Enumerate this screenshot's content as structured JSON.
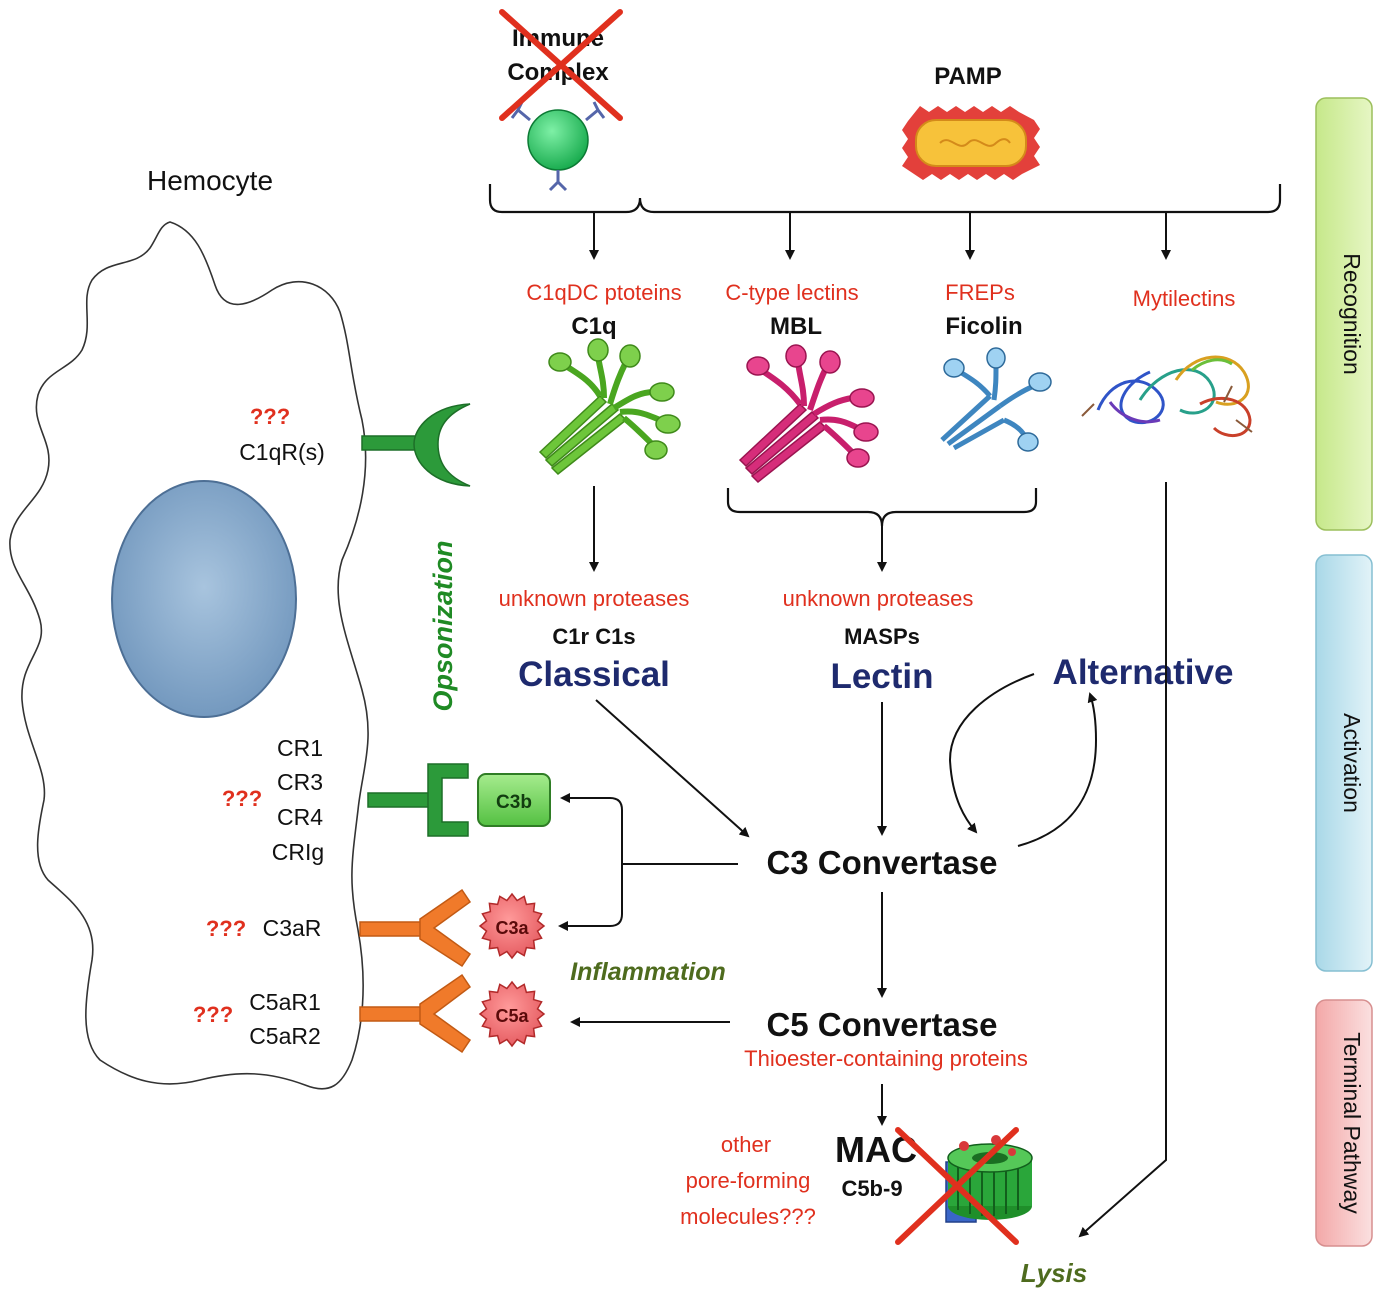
{
  "colors": {
    "red": "#e0301e",
    "navy": "#1e2a6e",
    "green_text": "#1f8a24",
    "olive_text": "#4e6b1e",
    "receptor_green": "#2c9a3a",
    "receptor_orange": "#f07a2a",
    "nucleus": "#7ea3c8",
    "band_recognition": "#c6e88a",
    "band_activation": "#bfe2ee",
    "band_terminal": "#f5b8b8"
  },
  "triggers": {
    "immune_complex_line1": "Immune",
    "immune_complex_line2": "Complex",
    "pamp": "PAMP"
  },
  "cell": {
    "title": "Hemocyte",
    "c1qr_unknown": "???",
    "c1qr": "C1qR(s)",
    "cr1": "CR1",
    "cr3": "CR3",
    "cr_unknown": "???",
    "cr4": "CR4",
    "crig": "CRIg",
    "c3ar_unknown": "???",
    "c3ar": "C3aR",
    "c5ar_unknown": "???",
    "c5ar1": "C5aR1",
    "c5ar2": "C5aR2"
  },
  "recognition": {
    "c1qdc_label": "C1qDC ptoteins",
    "c1q": "C1q",
    "ctype_label": "C-type lectins",
    "mbl": "MBL",
    "freps_label": "FREPs",
    "ficolin": "Ficolin",
    "mytilectins_label": "Mytilectins"
  },
  "activation": {
    "classical_proteases": "unknown proteases",
    "classical_enzymes": "C1r C1s",
    "classical": "Classical",
    "lectin_proteases": "unknown proteases",
    "lectin_enzymes": "MASPs",
    "lectin": "Lectin",
    "alternative": "Alternative"
  },
  "cascade": {
    "c3_convertase": "C3 Convertase",
    "c5_convertase": "C5 Convertase",
    "thioester": "Thioester-containing proteins",
    "mac": "MAC",
    "mac_sub": "C5b-9",
    "other_line1": "other",
    "other_line2": "pore-forming",
    "other_line3": "molecules???",
    "lysis": "Lysis"
  },
  "effectors": {
    "opsonization": "Opsonization",
    "inflammation": "Inflammation",
    "c3b": "C3b",
    "c3a": "C3a",
    "c5a": "C5a"
  },
  "bands": {
    "recognition": "Recognition",
    "activation": "Activation",
    "terminal": "Terminal Pathway"
  }
}
